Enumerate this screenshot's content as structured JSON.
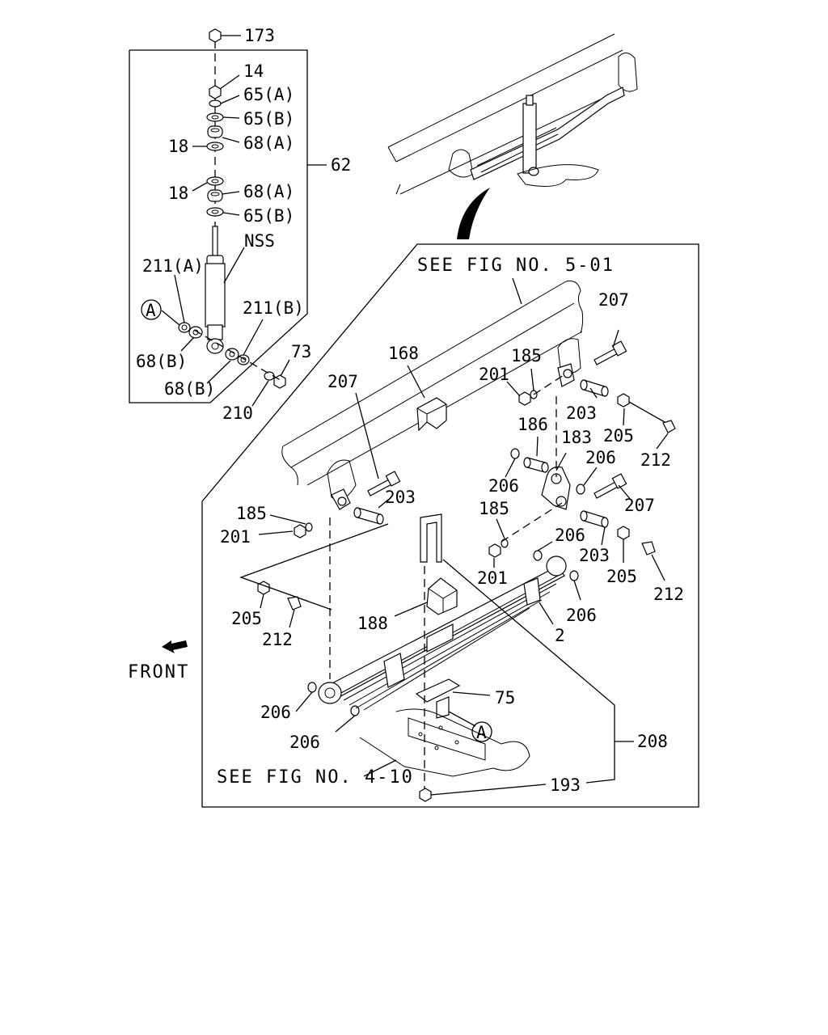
{
  "diagram": {
    "reference_notes": {
      "frame_ref": "SEE FIG NO. 5-01",
      "axle_ref": "SEE FIG NO. 4-10"
    },
    "front_label": "FRONT",
    "callouts": {
      "c173": "173",
      "c14": "14",
      "c65a_1": "65(A)",
      "c65b_1": "65(B)",
      "c18_1": "18",
      "c68a_1": "68(A)",
      "c62": "62",
      "c18_2": "18",
      "c68a_2": "68(A)",
      "c65b_2": "65(B)",
      "cNSS": "NSS",
      "c211a": "211(A)",
      "c211b": "211(B)",
      "cA_1": "A",
      "c68b_1": "68(B)",
      "c73": "73",
      "c68b_2": "68(B)",
      "c210": "210",
      "c168": "168",
      "c207_top": "207",
      "c185_r1": "185",
      "c201_r1": "201",
      "c207_mid": "207",
      "c203_r1": "203",
      "c205_r1": "205",
      "c212_r1": "212",
      "c186": "186",
      "c183": "183",
      "c206_r1": "206",
      "c206_r2": "206",
      "c207_r2": "207",
      "c185_l": "185",
      "c203_l": "203",
      "c201_l": "201",
      "c185_r2": "185",
      "c206_r3": "206",
      "c201_r2": "201",
      "c203_r2": "203",
      "c205_r2": "205",
      "c212_r2": "212",
      "c206_r4": "206",
      "c2": "2",
      "c188": "188",
      "c205_l": "205",
      "c212_l": "212",
      "c206_l1": "206",
      "c206_l2": "206",
      "c75": "75",
      "cA_2": "A",
      "c208": "208",
      "c193": "193"
    }
  }
}
